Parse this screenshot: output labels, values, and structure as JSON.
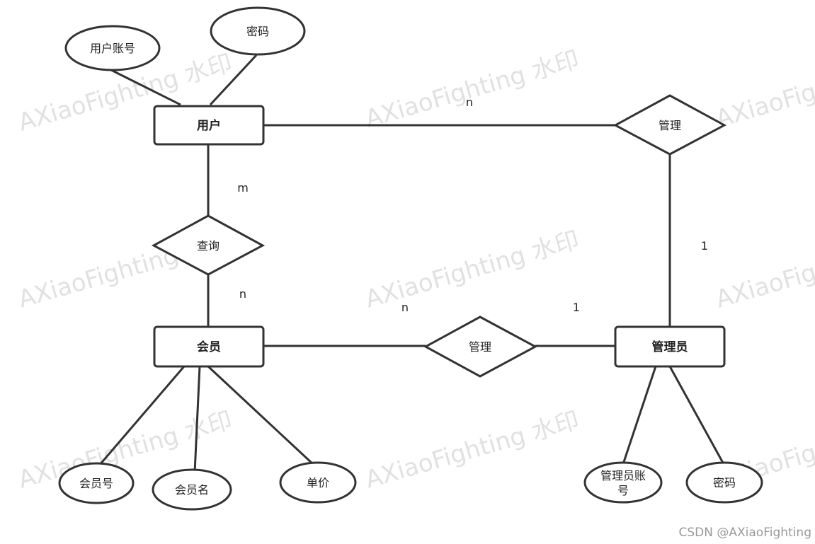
{
  "watermark": "AXiaoFighting 水印",
  "entities": {
    "user": "用户",
    "member": "会员",
    "admin": "管理员"
  },
  "relationships": {
    "manage_top": "管理",
    "query": "查询",
    "manage_bottom": "管理"
  },
  "attributes": {
    "user_account": "用户账号",
    "user_password": "密码",
    "member_id": "会员号",
    "member_name": "会员名",
    "unit_price": "单价",
    "admin_account_line1": "管理员账",
    "admin_account_line2": "号",
    "admin_password": "密码"
  },
  "cardinalities": {
    "user_manage": "n",
    "admin_manage": "1",
    "user_query": "m",
    "member_query": "n",
    "member_manage": "n",
    "admin_manage2": "1"
  },
  "footer": "CSDN @AXiaoFighting"
}
